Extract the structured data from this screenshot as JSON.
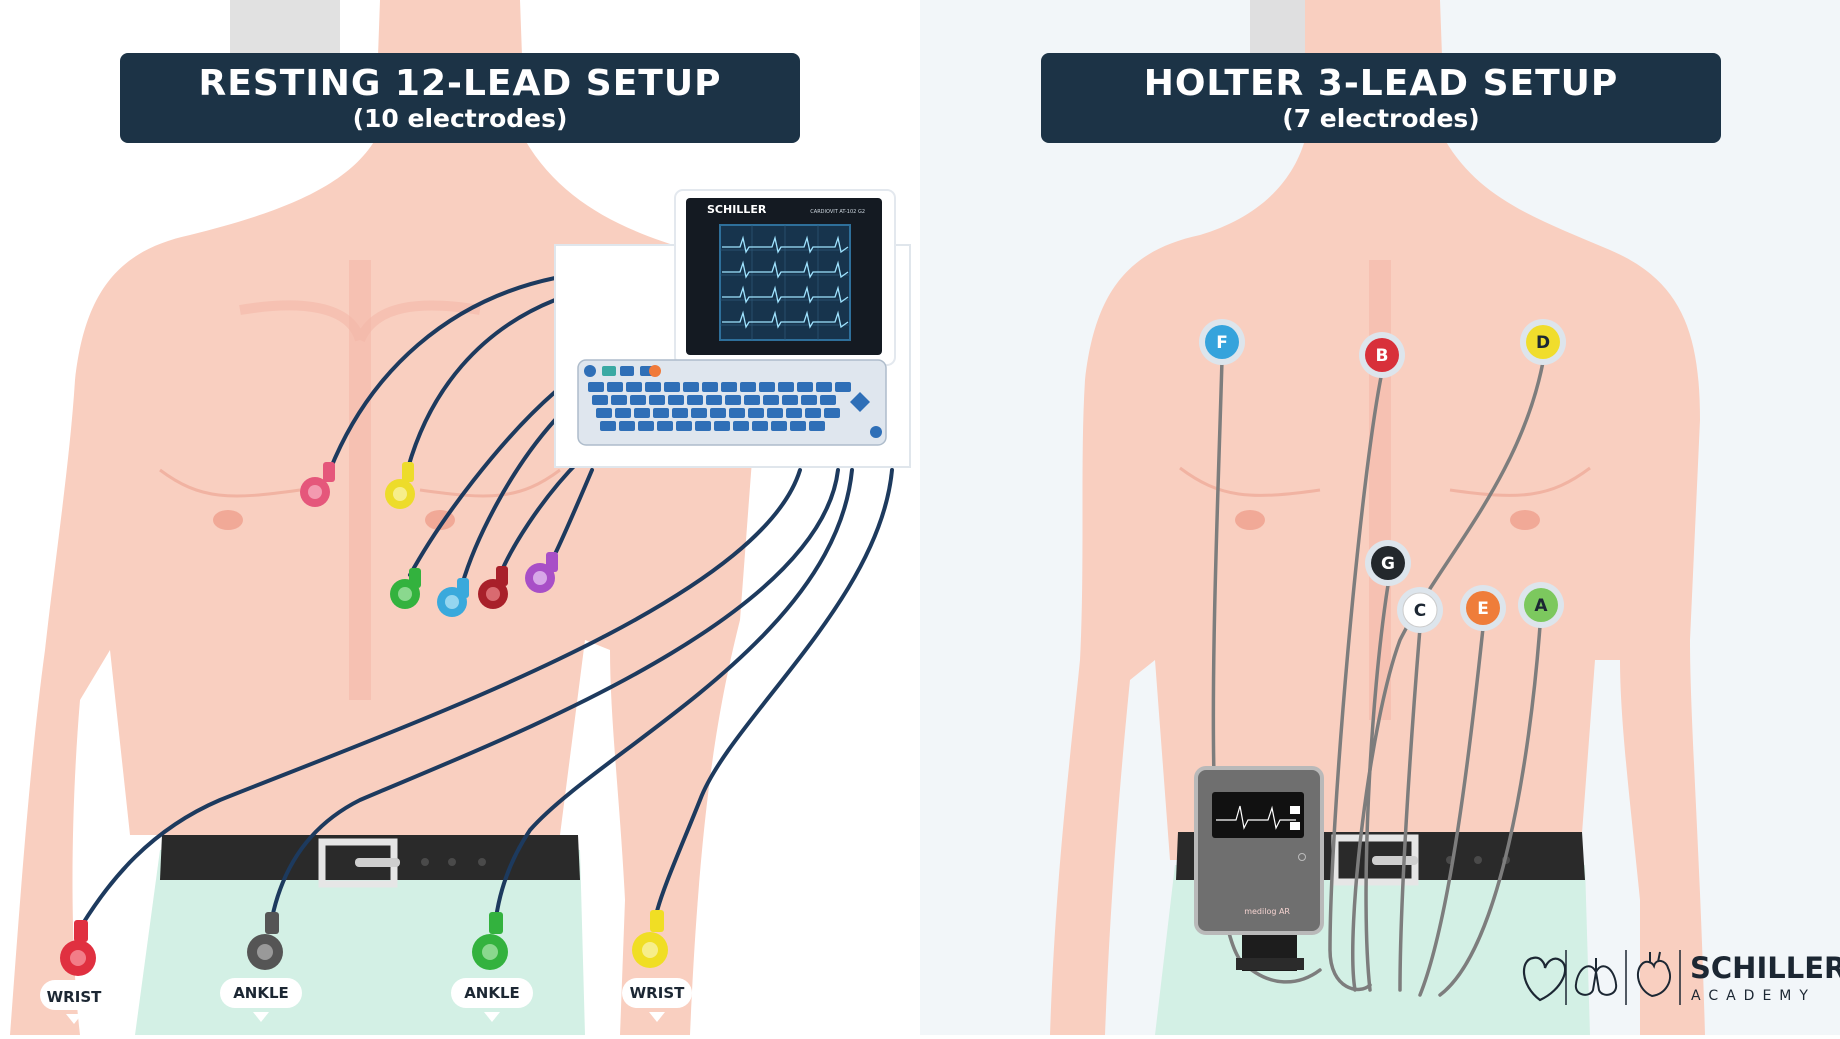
{
  "left_panel": {
    "title": "RESTING 12-LEAD SETUP",
    "subtitle": "(10 electrodes)",
    "device_brand": "SCHILLER",
    "device_model": "CARDIOVIT AT-102 G2",
    "limb_labels": [
      "WRIST",
      "ANKLE",
      "ANKLE",
      "WRIST"
    ]
  },
  "right_panel": {
    "title": "HOLTER 3-LEAD SETUP",
    "subtitle": "(7 electrodes)",
    "electrodes": [
      {
        "label": "F",
        "color": "#35a3dc"
      },
      {
        "label": "B",
        "color": "#d8303a"
      },
      {
        "label": "D",
        "color": "#f0dd2c"
      },
      {
        "label": "G",
        "color": "#23282c"
      },
      {
        "label": "C",
        "color": "#ffffff"
      },
      {
        "label": "E",
        "color": "#ef7d3a"
      },
      {
        "label": "A",
        "color": "#7cc85e"
      }
    ],
    "recorder_brand": "medilog AR"
  },
  "colors": {
    "title_bar": "#1c3346",
    "skin": "#f9cfc0",
    "pants": "#d3f0e5",
    "belt": "#2a2a2a",
    "cable_left": "#1d3a5e",
    "cable_right": "#7d7d7d"
  },
  "brand": {
    "name": "SCHILLER",
    "sub": "ACADEMY",
    "icons": [
      "heart-icon",
      "lungs-icon",
      "anatomical-heart-icon"
    ]
  }
}
